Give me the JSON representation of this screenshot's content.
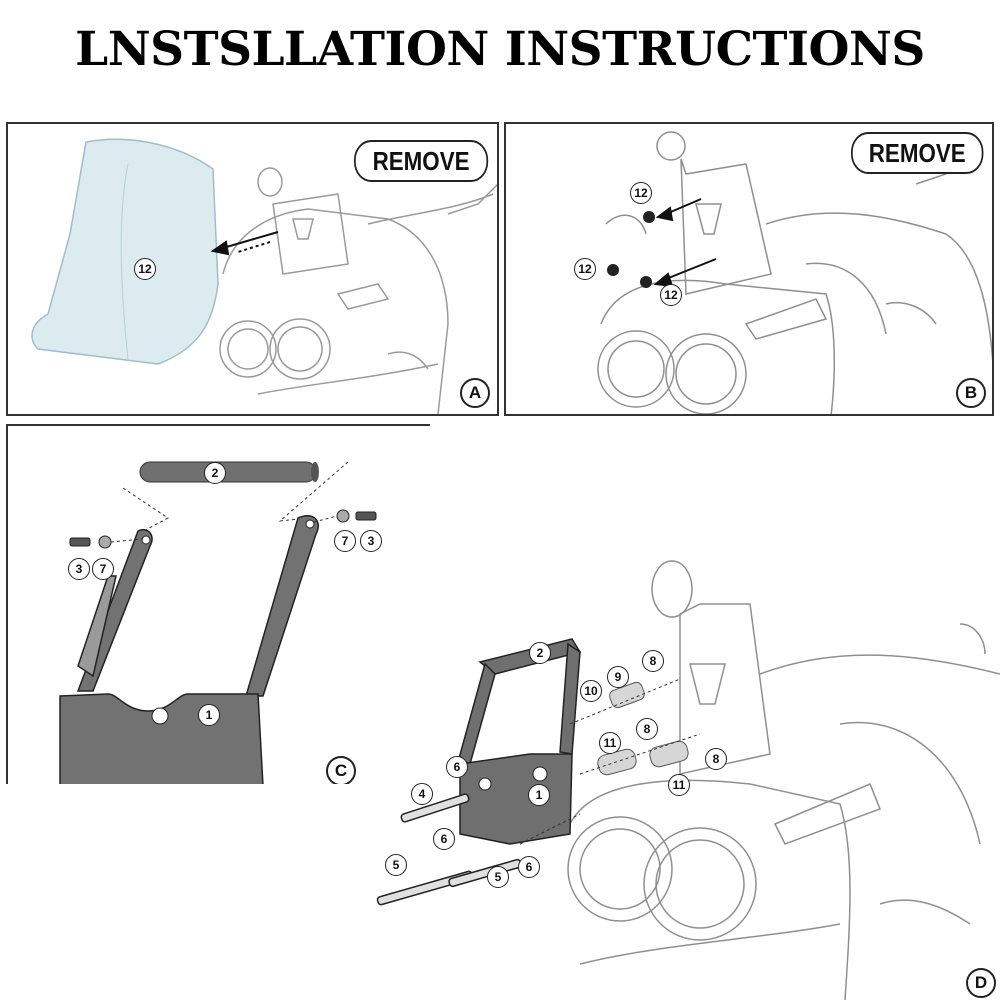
{
  "title": "LNSTSLLATION INSTRUCTIONS",
  "panels": {
    "a": {
      "letter": "A",
      "remove_label": "REMOVE",
      "callouts": [
        "12"
      ]
    },
    "b": {
      "letter": "B",
      "remove_label": "REMOVE",
      "callouts": [
        "12",
        "12",
        "12"
      ]
    },
    "c": {
      "letter": "C",
      "callouts": [
        "2",
        "3",
        "7",
        "7",
        "3",
        "1"
      ]
    },
    "d": {
      "letter": "D",
      "callouts": [
        "2",
        "8",
        "9",
        "10",
        "8",
        "11",
        "8",
        "6",
        "11",
        "1",
        "4",
        "6",
        "5",
        "5",
        "6"
      ]
    }
  },
  "colors": {
    "line": "#333333",
    "light_line": "#9a9a9a",
    "part_fill": "#6f6f6f",
    "windshield": "#cfe3ea"
  }
}
